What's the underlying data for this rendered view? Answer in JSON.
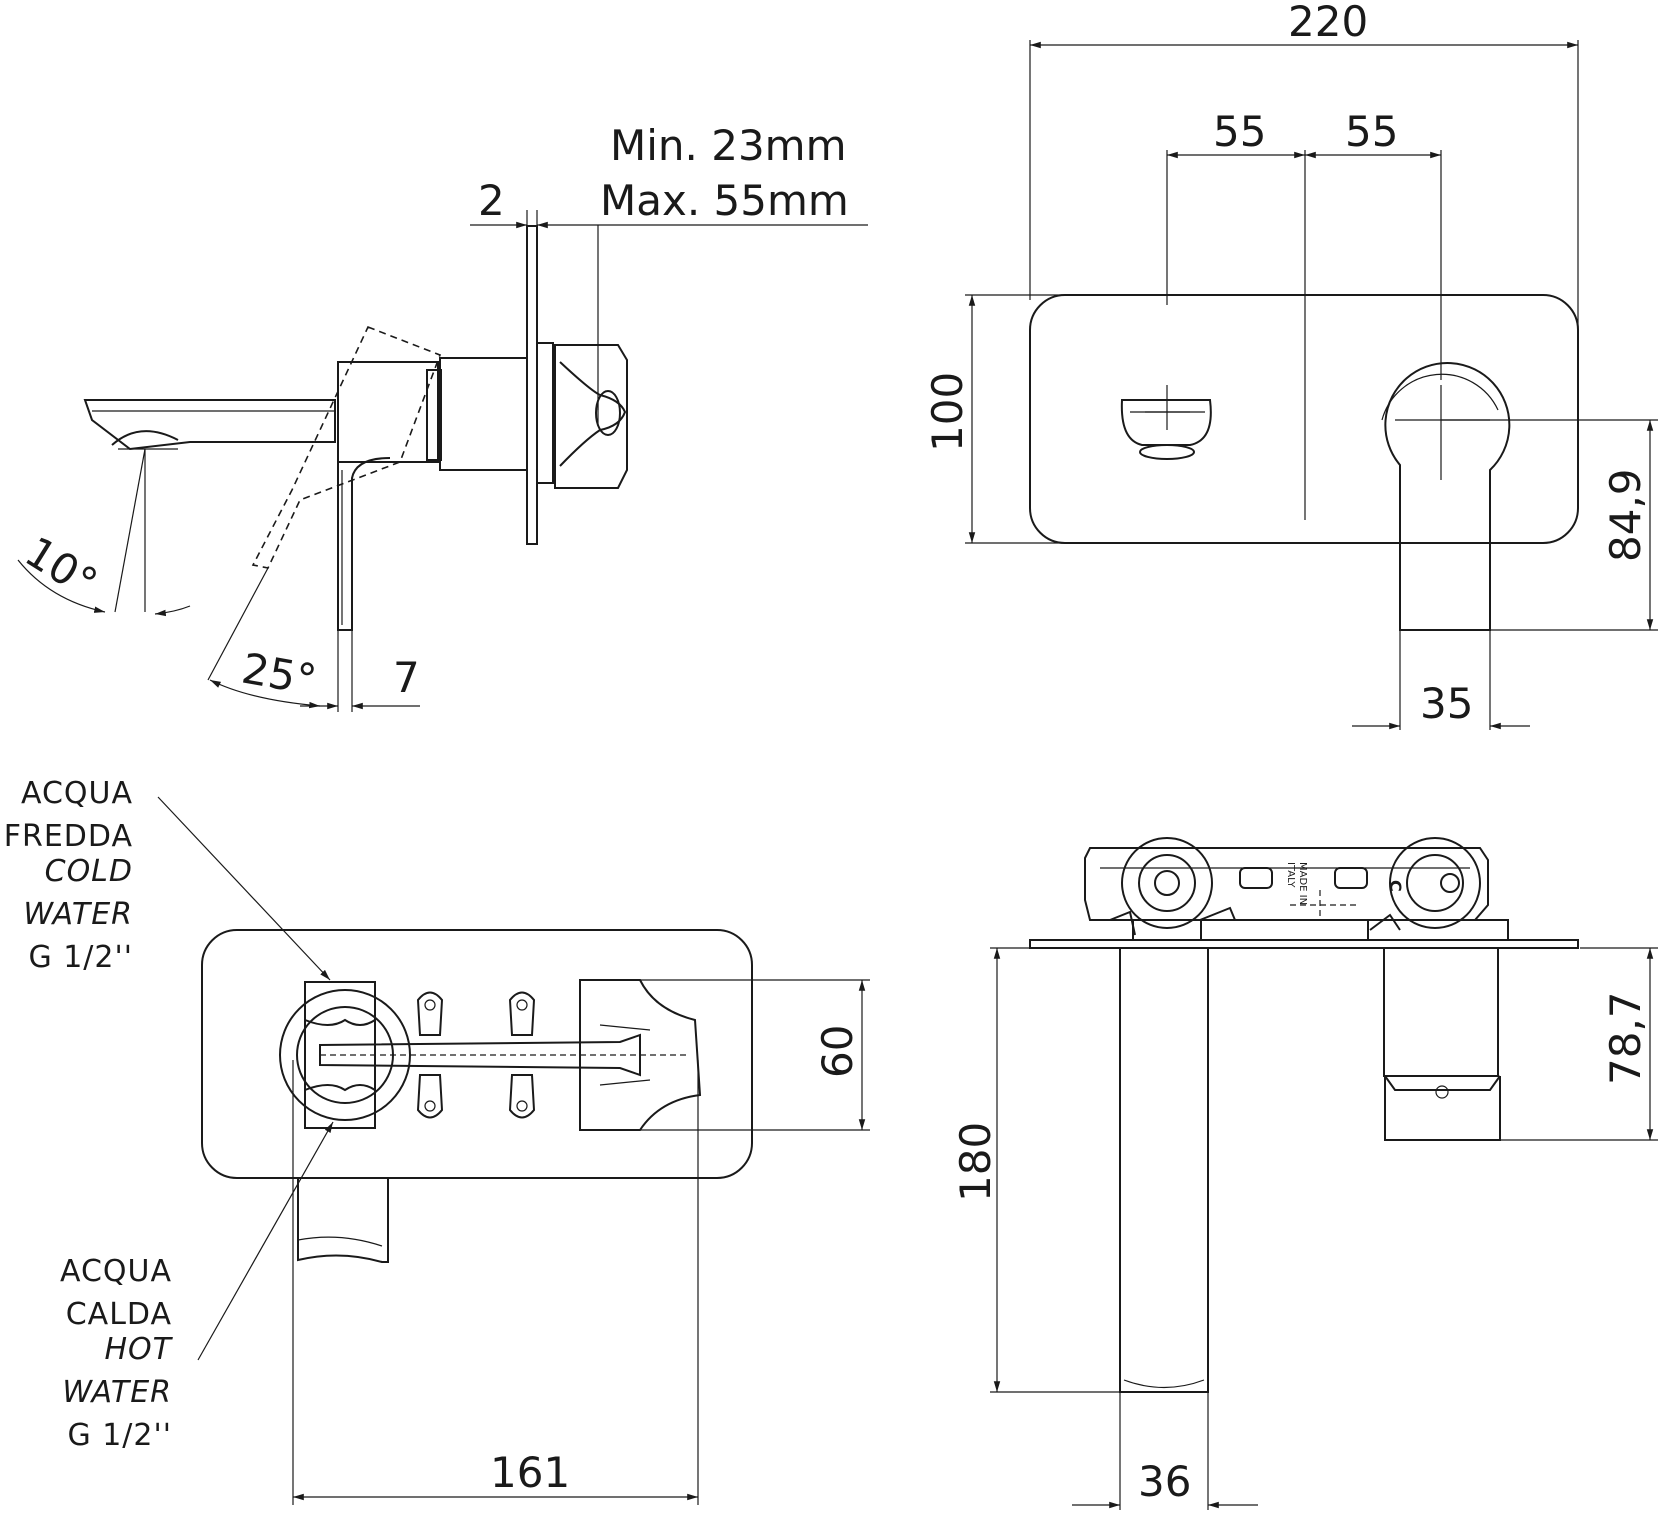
{
  "side_view": {
    "install_min": "Min. 23mm",
    "install_max": "Max. 55mm",
    "dim_plate": "2",
    "angle_spout": "10°",
    "angle_lever": "25°",
    "dim_plate_thickness": "7"
  },
  "front_view": {
    "dim_width": "220",
    "dim_left_55": "55",
    "dim_right_55": "55",
    "dim_height": "100",
    "dim_handle_height": "84,9",
    "dim_handle_width": "35"
  },
  "back_view": {
    "cold_label": [
      "ACQUA",
      "FREDDA"
    ],
    "cold_label_en": [
      "COLD",
      "WATER"
    ],
    "cold_thread": "G 1/2''",
    "hot_label": [
      "ACQUA",
      "CALDA"
    ],
    "hot_label_en": [
      "HOT",
      "WATER"
    ],
    "hot_thread": "G 1/2''",
    "dim_depth": "60",
    "dim_width": "161"
  },
  "top_view": {
    "dim_length": "180",
    "dim_spout_width": "36",
    "dim_handle_depth": "78,7",
    "stamp_made_in": "MADE IN",
    "stamp_italy": "ITALY",
    "stamp_c": "C"
  }
}
